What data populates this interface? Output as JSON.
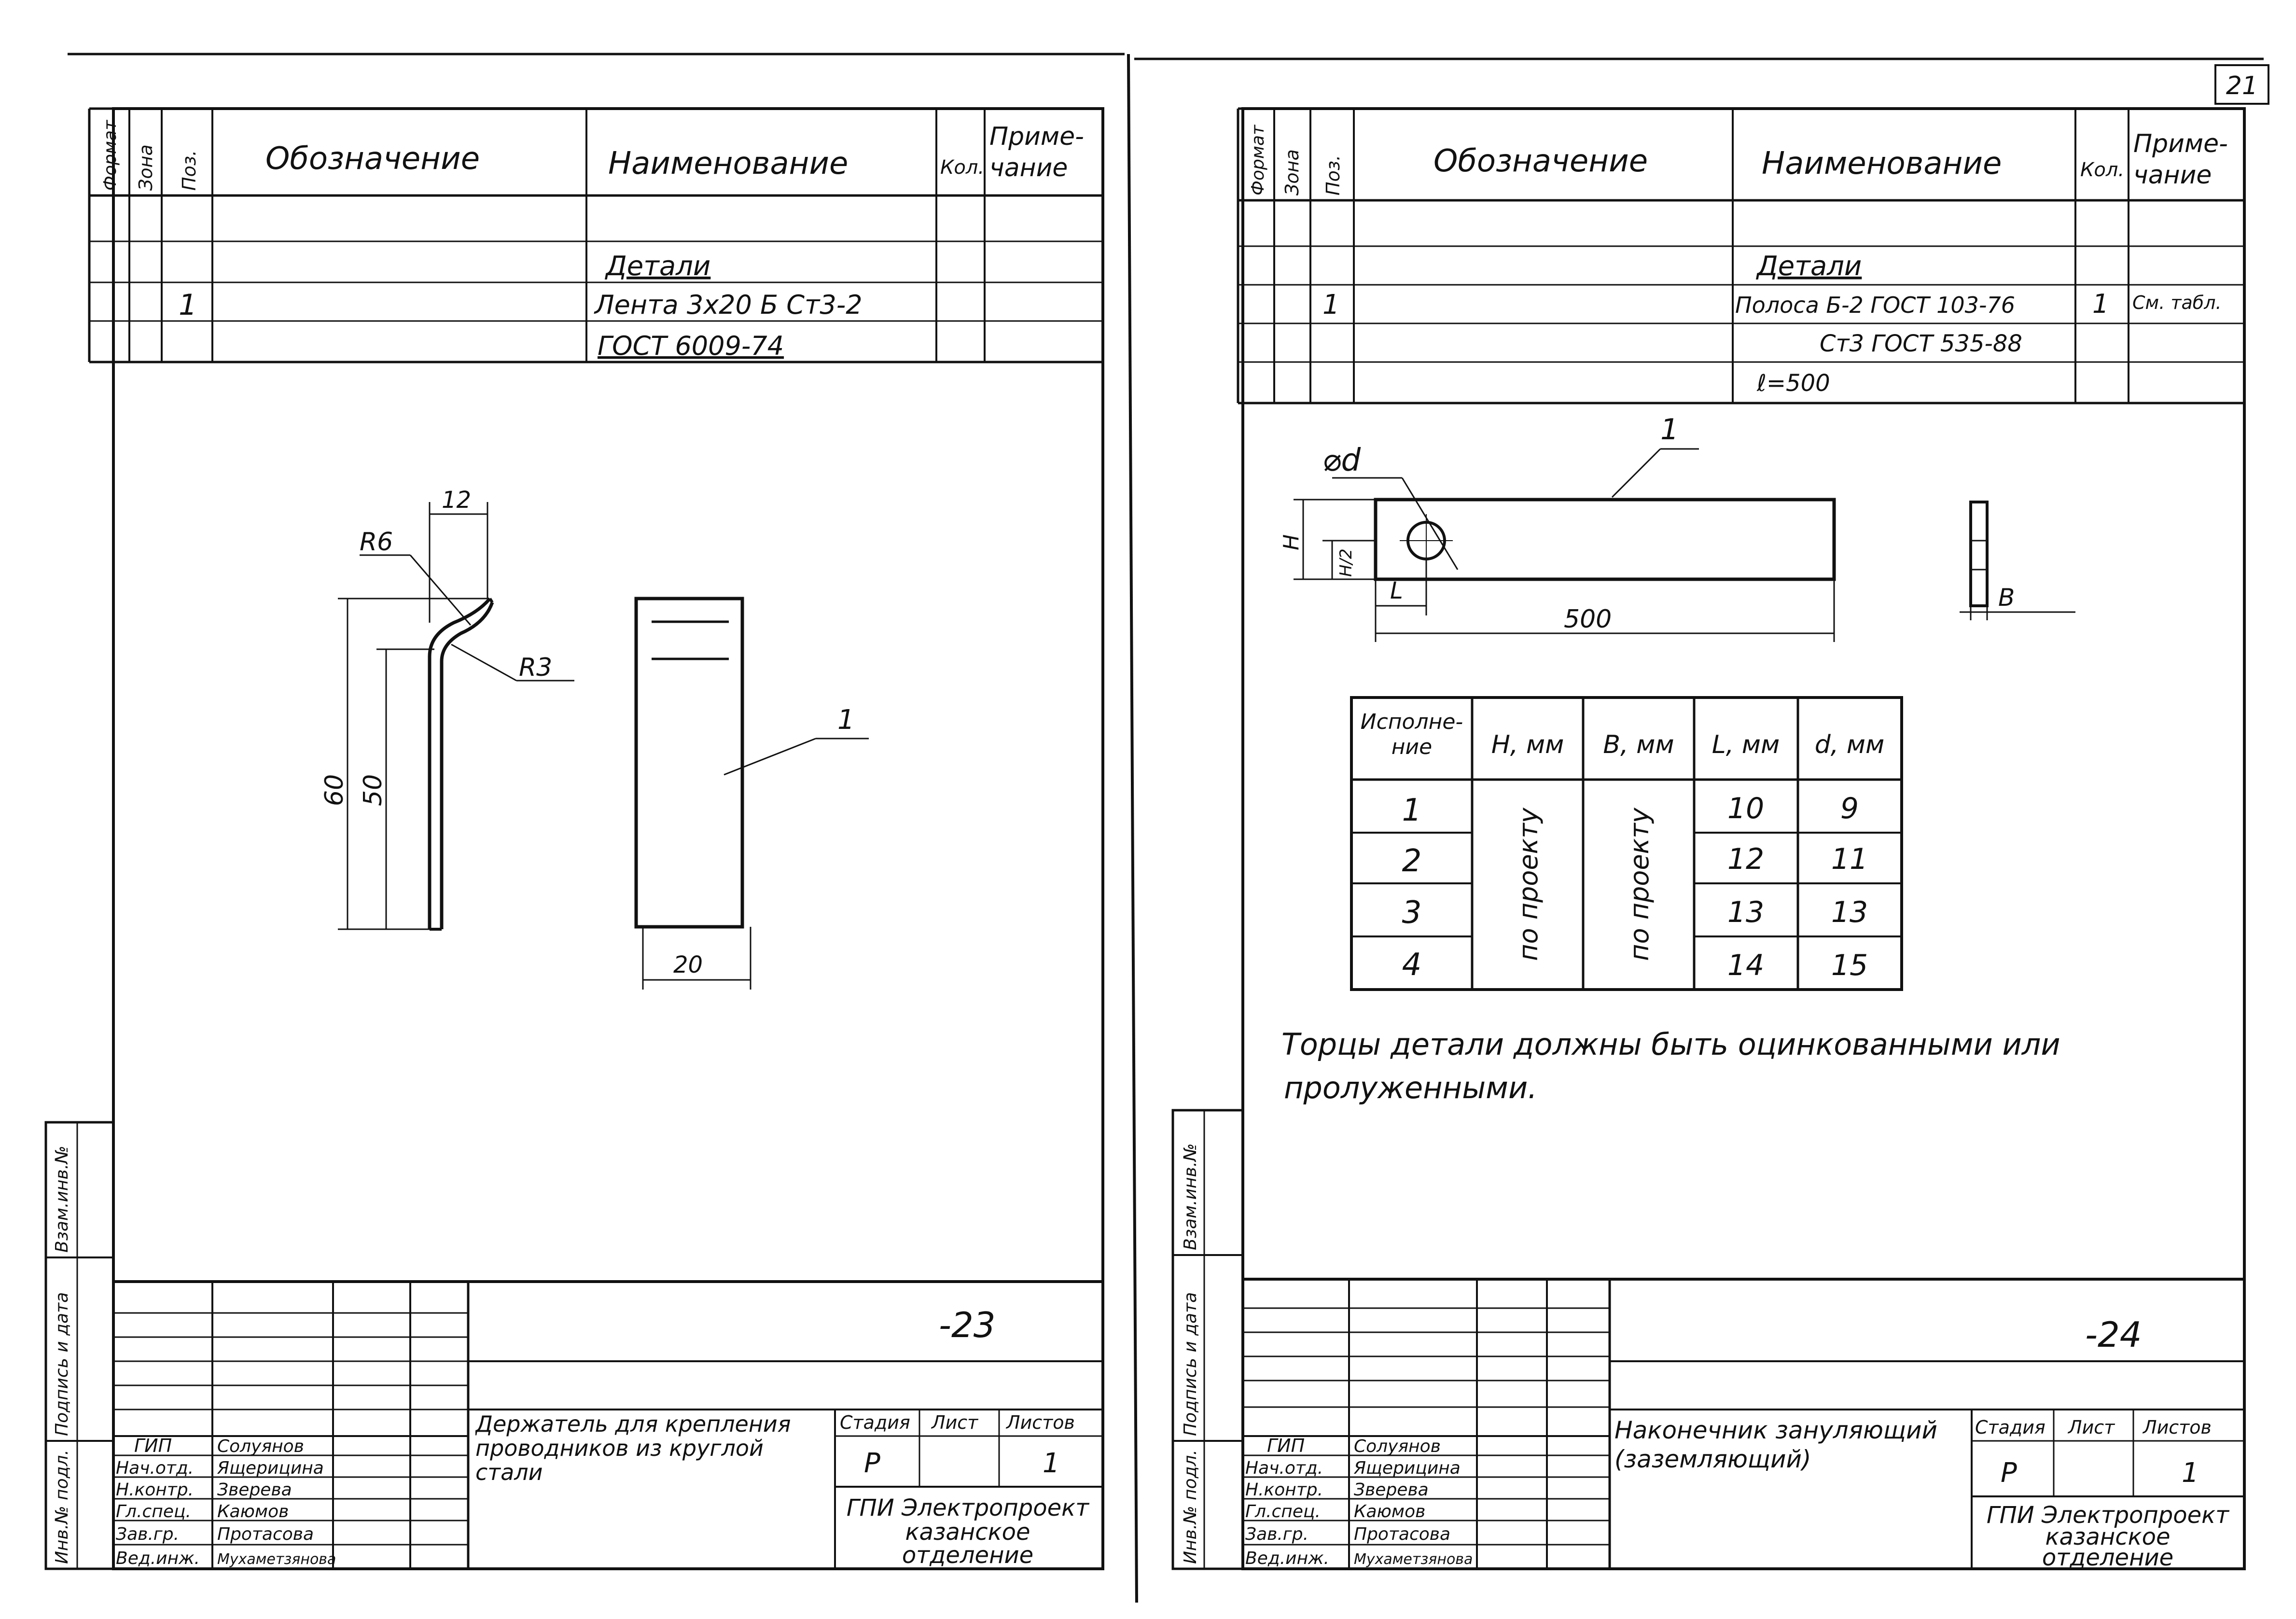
{
  "page_number": "21",
  "left_sheet": {
    "spec_headers": {
      "format": "Формат",
      "zone": "Зона",
      "pos": "Поз.",
      "designation": "Обозначение",
      "name": "Наименование",
      "qty": "Кол.",
      "note_line1": "Приме-",
      "note_line2": "чание"
    },
    "spec_rows": {
      "section": "Детали",
      "pos": "1",
      "name_line1": "Лента 3х20 Б Ст3-2",
      "name_line2": "ГОСТ 6009-74"
    },
    "dimensions": {
      "width_top": "12",
      "radius1": "R6",
      "radius2": "R3",
      "height_total": "60",
      "height_inner": "50",
      "width_plate": "20",
      "callout": "1"
    },
    "title_block": {
      "sheet_code": "-23",
      "title": "Держатель для крепления проводников из круглой стали",
      "roles": [
        "ГИП",
        "Нач.отд.",
        "Н.контр.",
        "Гл.спец.",
        "Зав.гр.",
        "Вед.инж."
      ],
      "names": [
        "Солуянов",
        "Ящерицина",
        "Зверева",
        "Каюмов",
        "Протасова",
        "Мухаметзянова"
      ],
      "stage_label": "Стадия",
      "sheet_label": "Лист",
      "sheets_label": "Листов",
      "stage": "Р",
      "sheets": "1",
      "org_line1": "ГПИ Электропроект",
      "org_line2": "казанское",
      "org_line3": "отделение"
    }
  },
  "right_sheet": {
    "spec_headers": {
      "format": "Формат",
      "zone": "Зона",
      "pos": "Поз.",
      "designation": "Обозначение",
      "name": "Наименование",
      "qty": "Кол.",
      "note_line1": "Приме-",
      "note_line2": "чание"
    },
    "spec_rows": {
      "section": "Детали",
      "pos": "1",
      "name_line1": "Полоса Б-2 ГОСТ 103-76",
      "name_line2": "Ст3 ГОСТ 535-88",
      "name_line3": "ℓ=500",
      "qty": "1",
      "note": "См. табл."
    },
    "dimensions": {
      "diameter": "⌀d",
      "callout": "1",
      "height": "H",
      "half_height": "H/2",
      "offset": "L",
      "length": "500",
      "thickness": "B"
    },
    "variant_table": {
      "headers": [
        "Исполне-ние",
        "H, мм",
        "B, мм",
        "L, мм",
        "d, мм"
      ],
      "variants": [
        "1",
        "2",
        "3",
        "4"
      ],
      "h_value": "по проекту",
      "b_value": "по проекту",
      "l_values": [
        "10",
        "12",
        "13",
        "14"
      ],
      "d_values": [
        "9",
        "11",
        "13",
        "15"
      ]
    },
    "note_line1": "Торцы детали должны быть оцинкованными или",
    "note_line2": "пролуженными.",
    "title_block": {
      "sheet_code": "-24",
      "title_line1": "Наконечник зануляющий",
      "title_line2": "(заземляющий)",
      "roles": [
        "ГИП",
        "Нач.отд.",
        "Н.контр.",
        "Гл.спец.",
        "Зав.гр.",
        "Вед.инж."
      ],
      "names": [
        "Солуянов",
        "Ящерицина",
        "Зверева",
        "Каюмов",
        "Протасова",
        "Мухаметзянова"
      ],
      "stage_label": "Стадия",
      "sheet_label": "Лист",
      "sheets_label": "Листов",
      "stage": "Р",
      "sheets": "1",
      "org_line1": "ГПИ Электропроект",
      "org_line2": "казанское",
      "org_line3": "отделение"
    }
  },
  "side_stamp": {
    "inv_orig": "Инв.№ подл.",
    "sign_date": "Подпись и дата",
    "repl_inv": "Взам.инв.№"
  }
}
